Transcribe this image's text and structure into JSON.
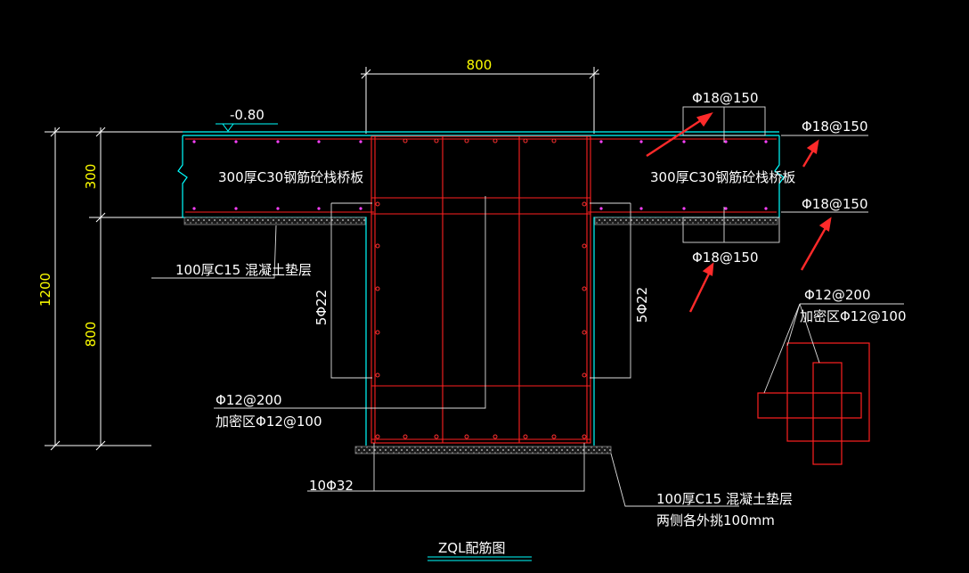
{
  "drawing": {
    "title": "ZQL配筋图",
    "dimensions": {
      "top_width": "800",
      "total_height": "1200",
      "slab_thickness": "300",
      "beam_depth": "800"
    },
    "elevation": "-0.80",
    "labels": {
      "slab_left": "300厚C30钢筋砼栈桥板",
      "slab_right": "300厚C30钢筋砼栈桥板",
      "rebar_top_callout": "Φ18@150",
      "rebar_right_top": "Φ18@150",
      "rebar_right_bottom": "Φ18@150",
      "rebar_bottom_callout": "Φ18@150",
      "cushion_left": "100厚C15 混凝土垫层",
      "side_bars_left": "5Φ22",
      "side_bars_right": "5Φ22",
      "stirrup_main": "Φ12@200",
      "stirrup_dense": "加密区Φ12@100",
      "bottom_bars": "10Φ32",
      "cushion_bottom": "100厚C15 混凝土垫层",
      "cushion_bottom_note": "两侧各外挑100mm",
      "detail_stirrup_main": "Φ12@200",
      "detail_stirrup_dense": "加密区Φ12@100"
    },
    "colors": {
      "background": "#000000",
      "text": "#ffffff",
      "dimension_text": "#ffff00",
      "rebar": "#ff0000",
      "slab_edge": "#00ffff",
      "bars_dots": "#ff00ff",
      "arrow": "#ff2a2a"
    }
  }
}
